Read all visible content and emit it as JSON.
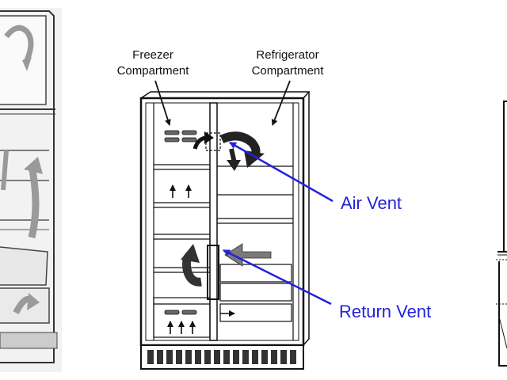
{
  "labels": {
    "freezer_line1": "Freezer",
    "freezer_line2": "Compartment",
    "fridge_line1": "Refrigerator",
    "fridge_line2": "Compartment",
    "air_vent": "Air Vent",
    "return_vent": "Return Vent"
  },
  "colors": {
    "callout_blue": "#2222dd",
    "line": "#111111",
    "arrow_dark": "#2a2a2a",
    "arrow_gray": "#808080",
    "side_panel_bg": "#eeeeee"
  }
}
